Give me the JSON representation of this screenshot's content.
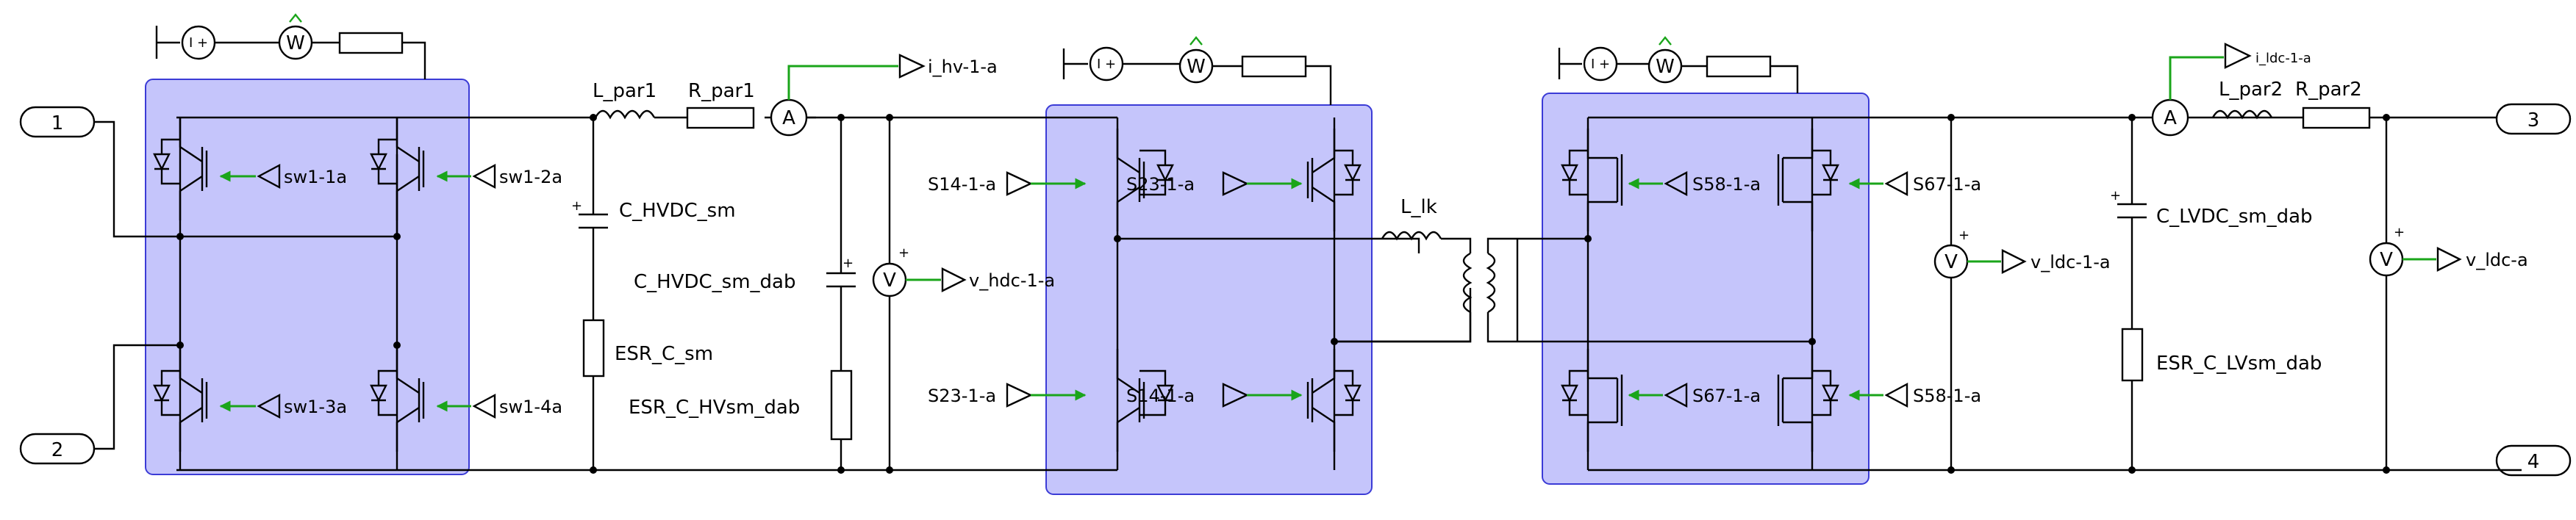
{
  "colors": {
    "module_fill": "#c5c5fb",
    "module_stroke": "#3b3bd6",
    "gate_arrow": "#1aa51a",
    "wire": "#000000"
  },
  "ports": [
    {
      "id": "p1",
      "label": "1"
    },
    {
      "id": "p2",
      "label": "2"
    },
    {
      "id": "p3",
      "label": "3"
    },
    {
      "id": "p4",
      "label": "4"
    }
  ],
  "labels": {
    "sw1_1a": "sw1-1a",
    "sw1_2a": "sw1-2a",
    "sw1_3a": "sw1-3a",
    "sw1_4a": "sw1-4a",
    "l_par1": "L_par1",
    "r_par1": "R_par1",
    "c_hvdc_sm": "C_HVDC_sm",
    "esr_c_sm": "ESR_C_sm",
    "c_hvdc_sm_dab": "C_HVDC_sm_dab",
    "esr_c_hvsm_dab": "ESR_C_HVsm_dab",
    "i_hv": "i_hv-1-a",
    "v_hdc": "v_hdc-1-a",
    "s14_1a_in": "S14-1-a",
    "s23_1a_in": "S23-1-a",
    "s23_1a_gate": "S23-1-a",
    "s14_1a_gate": "S14-1-a",
    "l_lk": "L_lk",
    "s58_1a_gate": "S58-1-a",
    "s67_1a_in": "S67-1-a",
    "s67_1a_gate": "S67-1-a",
    "s58_1a_in": "S58-1-a",
    "v_ldc1": "v_ldc-1-a",
    "c_lvdc_sm_dab": "C_LVDC_sm_dab",
    "esr_c_lvsm_dab": "ESR_C_LVsm_dab",
    "i_ldc": "i_ldc-1-a",
    "l_par2": "L_par2",
    "r_par2": "R_par2",
    "v_ldc": "v_ldc-a",
    "plus": "+",
    "ammeter": "A",
    "voltmeter": "V",
    "wattmeter": "W",
    "source": "I +"
  }
}
